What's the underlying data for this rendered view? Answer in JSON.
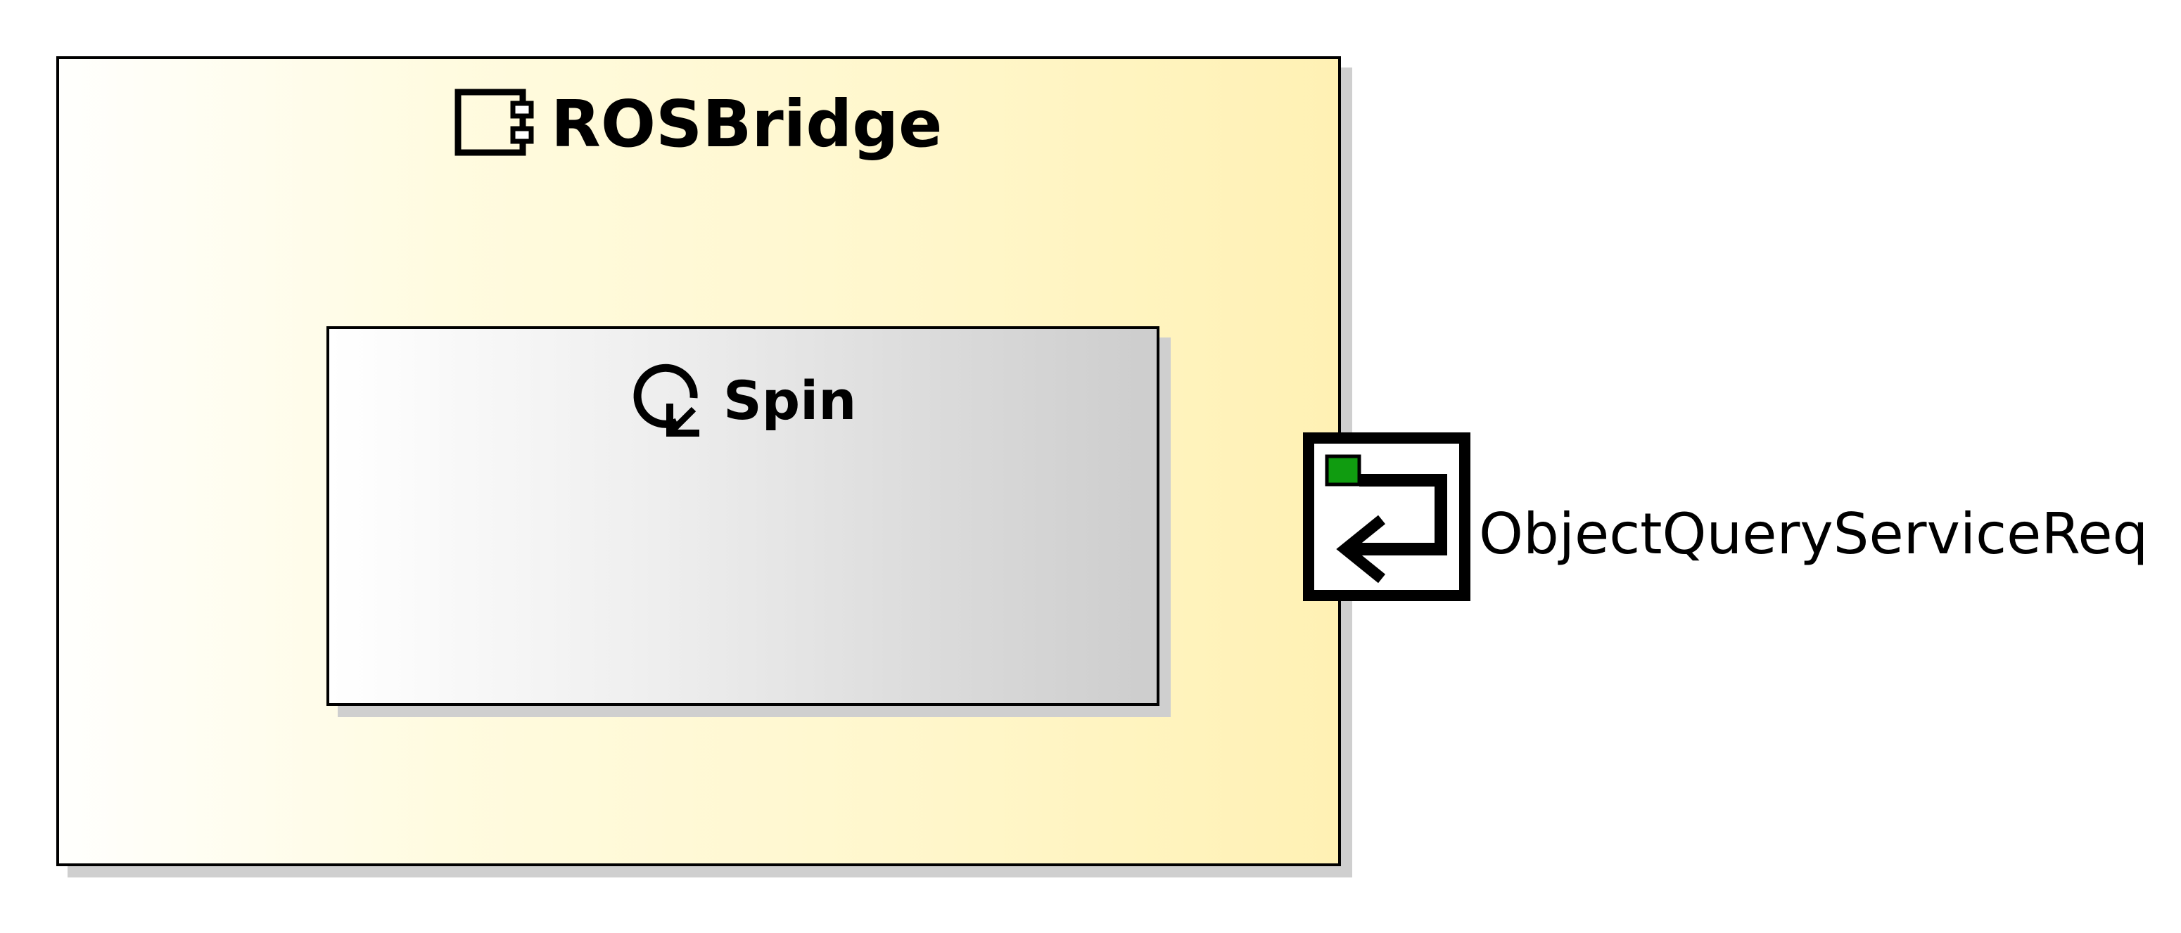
{
  "diagram": {
    "component": {
      "name": "ROSBridge",
      "icon": "component-icon",
      "fill_gradient": [
        "#fffffd",
        "#fff1b4"
      ],
      "border_color": "#000000"
    },
    "activity": {
      "name": "Spin",
      "icon": "loop-icon",
      "fill_gradient": [
        "#ffffff",
        "#cdcdcd"
      ]
    },
    "port": {
      "label": "ObjectQueryServiceReq",
      "icon": "service-request-port-icon",
      "accent_color": "#109c10"
    }
  }
}
